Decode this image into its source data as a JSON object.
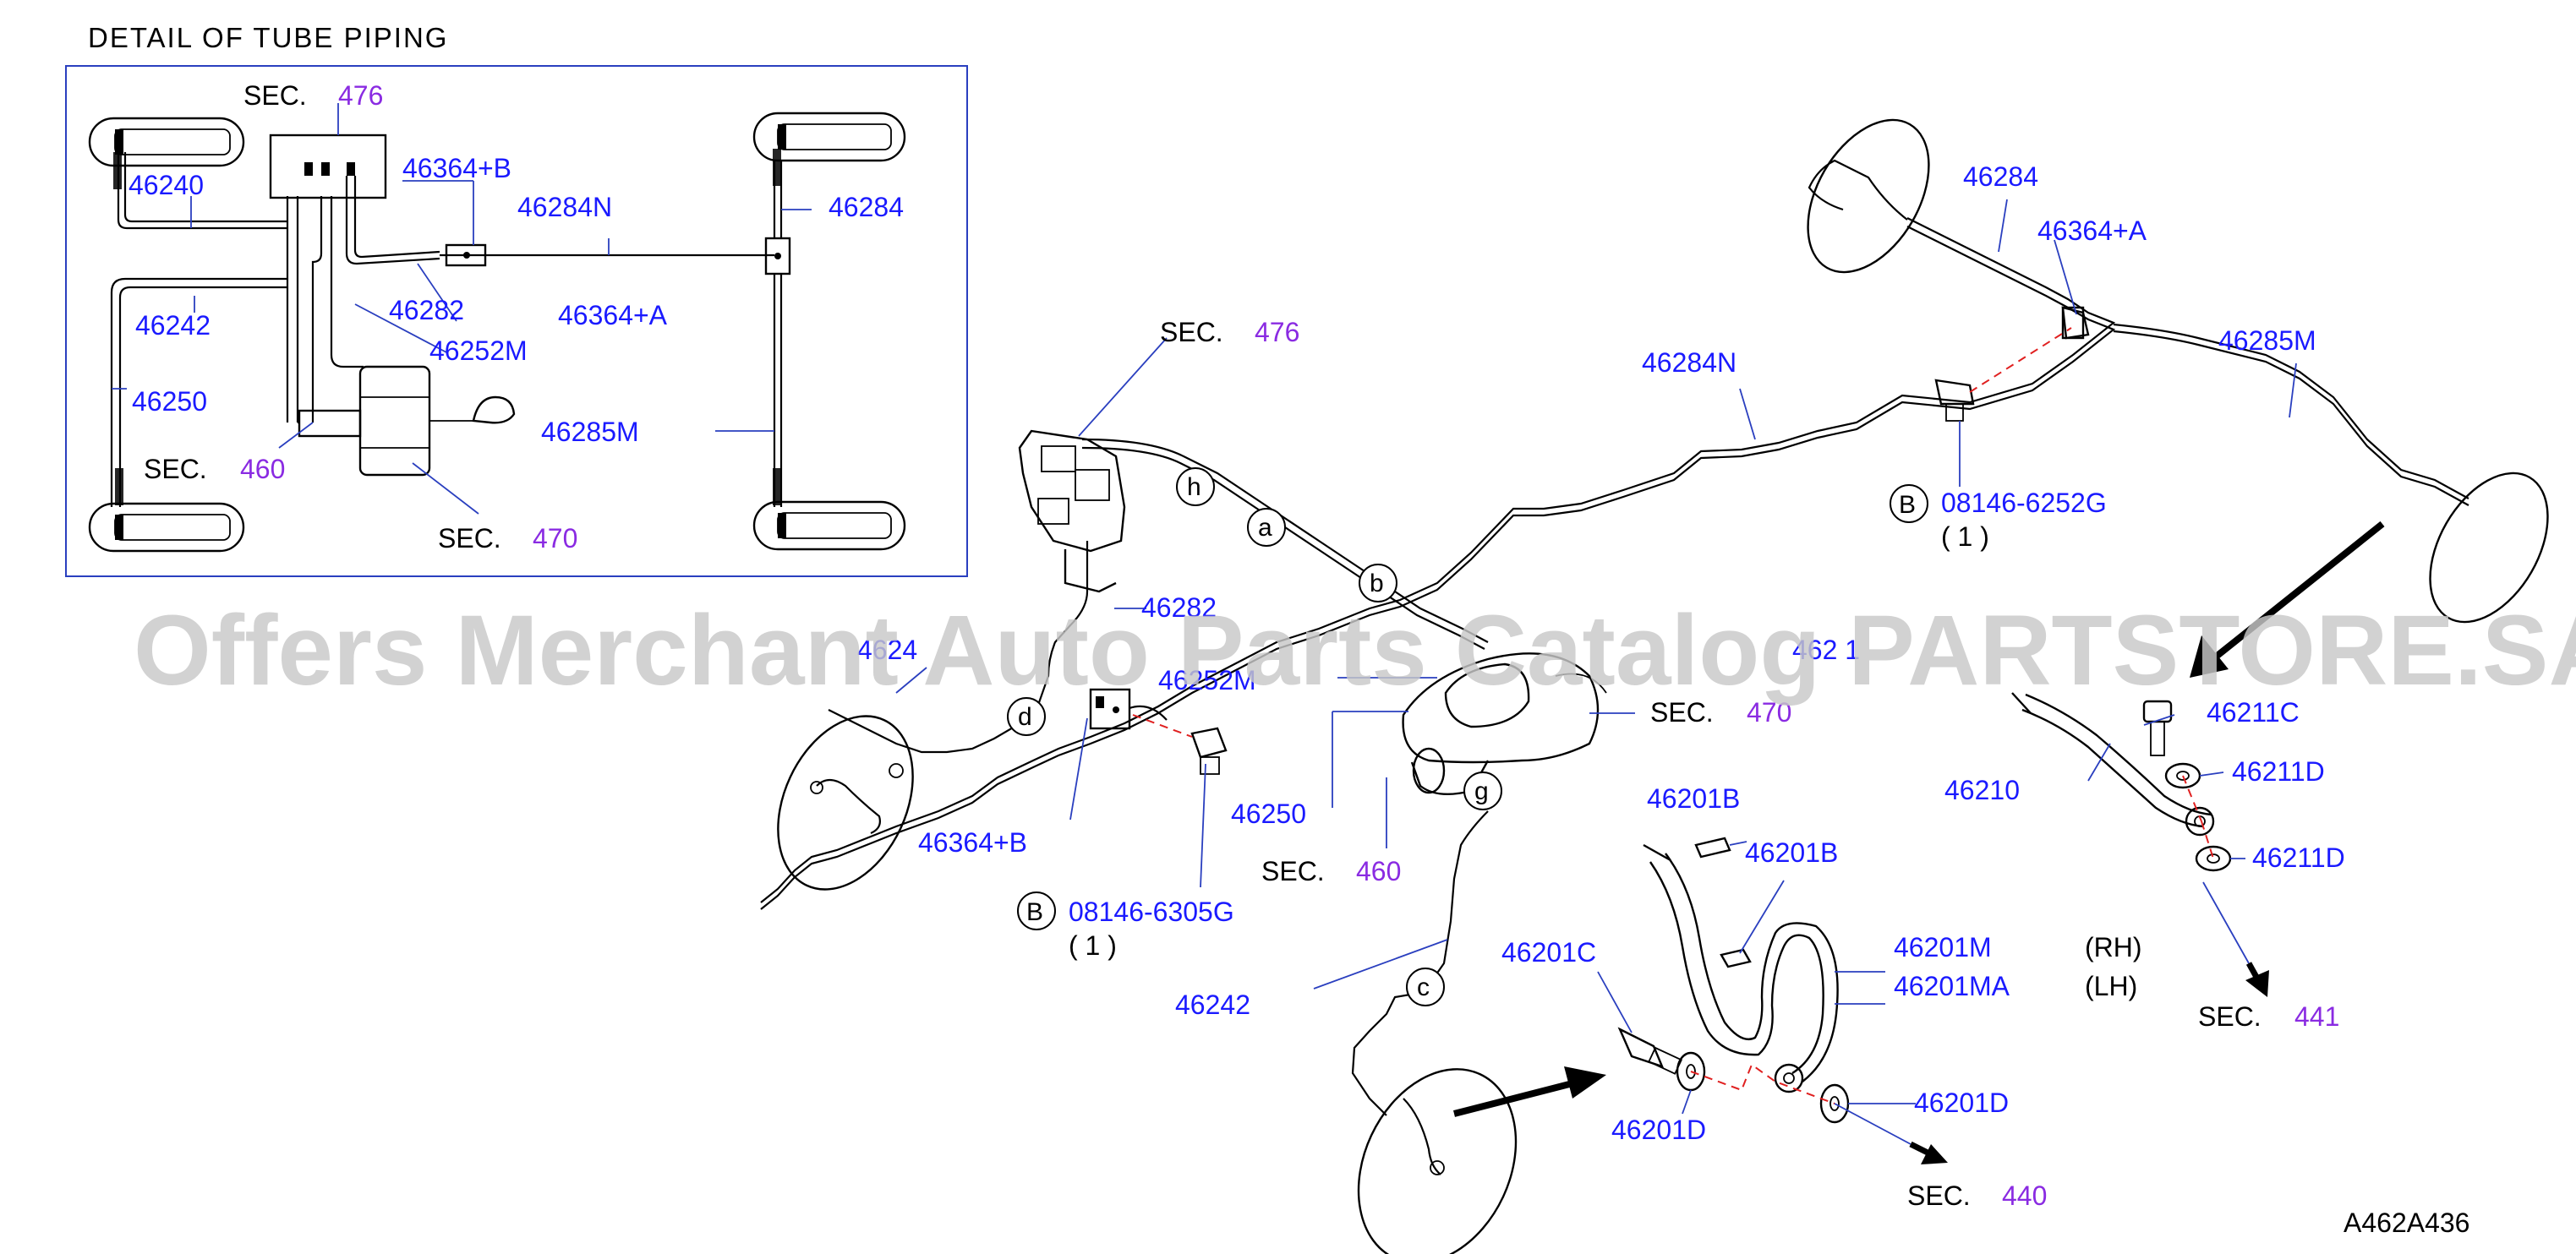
{
  "title": "DETAIL OF TUBE PIPING",
  "diagram_code": "A462A436",
  "watermark": "Offers Merchant Auto Parts Catalog PARTSTORE.SA",
  "sec_label": "SEC.",
  "callouts": {
    "b_symbol": "B",
    "bolt_a_part": "08146-6252G",
    "bolt_a_qty": "( 1 )",
    "bolt_b_part": "08146-6305G",
    "bolt_b_qty": "( 1 )"
  },
  "detail": {
    "sec_476": "476",
    "sec_460": "460",
    "sec_470": "470",
    "p46240": "46240",
    "p46242": "46242",
    "p46250": "46250",
    "p46282": "46282",
    "p46252M": "46252M",
    "p46364B": "46364+B",
    "p46284N": "46284N",
    "p46364A": "46364+A",
    "p46284": "46284",
    "p46285M": "46285M"
  },
  "main": {
    "sec_476": "476",
    "sec_470": "470",
    "sec_460": "460",
    "sec_441": "441",
    "sec_440": "440",
    "p46284": "46284",
    "p46364A": "46364+A",
    "p46285M": "46285M",
    "p46284N": "46284N",
    "p46282": "46282",
    "p46240_partial": "4624",
    "p46252M": "46252M",
    "p46364B": "46364+B",
    "p46250": "46250",
    "p46242": "46242",
    "p46210_partial": "462 1",
    "p46210": "46210",
    "p46211C": "46211C",
    "p46211D_a": "46211D",
    "p46211D_b": "46211D",
    "p46201B_a": "46201B",
    "p46201B_b": "46201B",
    "p46201M": "46201M",
    "p46201MA": "46201MA",
    "rh": "(RH)",
    "lh": "(LH)",
    "p46201C": "46201C",
    "p46201D_a": "46201D",
    "p46201D_b": "46201D"
  },
  "joints": {
    "h": "h",
    "a": "a",
    "b": "b",
    "d": "d",
    "g": "g",
    "c": "c"
  }
}
